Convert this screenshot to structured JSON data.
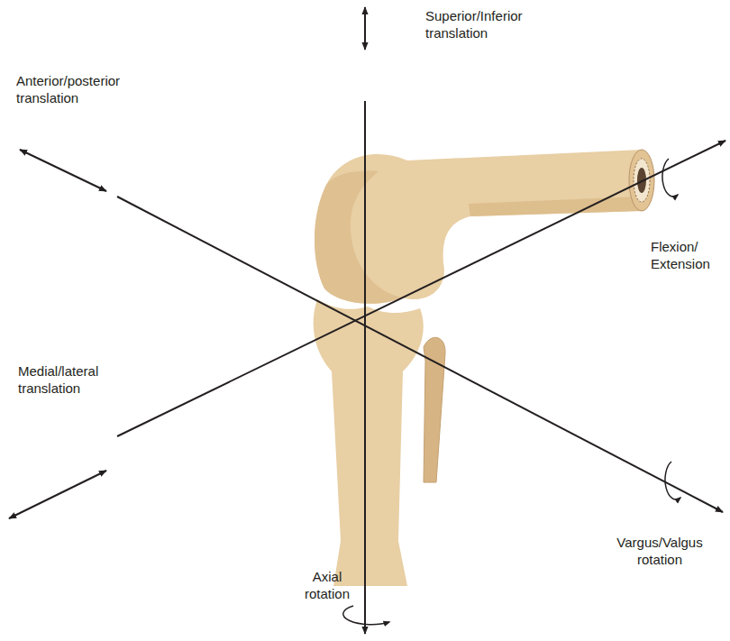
{
  "diagram": {
    "labels": [
      "Superior/Inferior translation",
      "Anterior/posterior translation",
      "Flexion/ Extension",
      "Medial/lateral translation",
      "Vargus/Valgus rotation",
      "Axial rotation"
    ]
  }
}
